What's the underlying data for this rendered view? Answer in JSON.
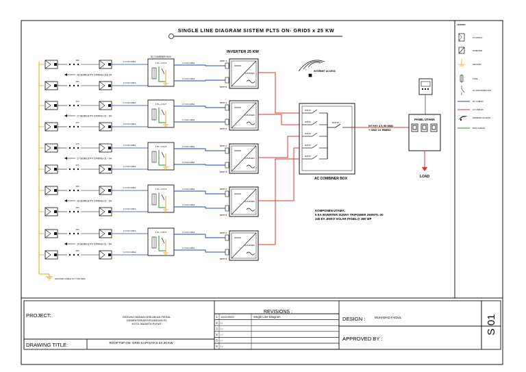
{
  "diagram": {
    "title": "SINGLE LINE DIAGRAM SISTEM PLTS ON- GRID5 x 25 KW",
    "inverter_title": "INVERTER 25 KW",
    "internet_access": "INTERNET ACCESS",
    "dc_combiner_box": "DC COMBINER BOX",
    "ac_combiner_box": "AC COMBINER BOX",
    "panel_utama": "PANEL UTAMA",
    "load": "LOAD",
    "cable_main_1": "NYYHY 4 X 95 MM2",
    "cable_main_2": "+ GND 1X 95MM2",
    "komponen_title": "KOMPONEN UTAMA:",
    "komponen_line1": "5 EA INVERTER SUNNY TRIPOWER 25000TL-30",
    "komponen_line2": "340 EA JINKO SOLAR PANEL@ 380 WP",
    "ground_note": "GROUND CABLE NYY 1X6 MM2",
    "three_phase": "3 PHASES",
    "mppt_a": "MPPT A",
    "mppt_b": "MPPT B",
    "dc_cable_label": "4 X 6 DC CABLE",
    "mccb_label": "MCB 3P",
    "groups": [
      {
        "s1": "18X",
        "s2": "18X",
        "string_label": "18 SERIES PV STRING 01& 04",
        "dcbox_label": "4 IN + 4 OUT"
      },
      {
        "s1": "17X",
        "s2": "17X",
        "string_label": "17 SERIES PV STRING 01 - 04",
        "dcbox_label": "4 IN + 4 OUT"
      },
      {
        "s1": "17X",
        "s2": "17X",
        "string_label": "17 SERIES PV STRING 01 - 04",
        "dcbox_label": "4 IN + 4 OUT"
      },
      {
        "s1": "16X",
        "s2": "16X",
        "string_label": "16 SERIES PV STRING 01 - 04",
        "dcbox_label": "4 IN + 4 OUT"
      },
      {
        "s1": "16X",
        "s2": "16X",
        "string_label": "15 SERIES PV STRING 01 - 04",
        "dcbox_label": "4 IN + 4 OUT"
      }
    ]
  },
  "legend": {
    "title": "LEGEND",
    "items": [
      {
        "label": "PV MODUL",
        "icon": "pv-module-icon"
      },
      {
        "label": "INVERTER",
        "icon": "inverter-icon"
      },
      {
        "label": "GROUND",
        "icon": "ground-icon"
      },
      {
        "label": "FUSE",
        "icon": "fuse-icon"
      },
      {
        "label": "AC DISCONNECTOR",
        "icon": "ac-disconnector-icon"
      },
      {
        "label": "DC CABLES",
        "icon": "dc-cable-icon"
      },
      {
        "label": "AC CABLES",
        "icon": "ac-cable-icon"
      },
      {
        "label": "INTERNET ACCESS",
        "icon": "internet-access-icon"
      },
      {
        "label": "BJ45 CABLES",
        "icon": "bj45-cable-icon"
      }
    ]
  },
  "title_block": {
    "project_label": "PROJECT:",
    "project_line1": "GEDUNG BADAN KEBIJAKAN FIKSAL",
    "project_line2": "KEMENTERIAN KEUANGAN RI",
    "project_line3": "KOTA JAKARTA PUSAT",
    "drawing_title_label": "DRAWING TITLE:",
    "drawing_title": "ROOFTOP ON- GRID KAPASITAS 5X 25 KW",
    "revisions_label": "REVISIONS :",
    "revisions": [
      {
        "no": "1",
        "date": "11/02/2020",
        "desc": "Single Line Diagram"
      },
      {
        "no": "2",
        "date": "/ /",
        "desc": ""
      },
      {
        "no": "3",
        "date": "/ /",
        "desc": ""
      },
      {
        "no": "4",
        "date": "/ /",
        "desc": ""
      },
      {
        "no": "5",
        "date": "/ /",
        "desc": ""
      },
      {
        "no": "6",
        "date": "/ /",
        "desc": ""
      }
    ],
    "design_label": "DESIGN :",
    "designer": "MUHAMAD FAIDUL",
    "approved_label": "APPROVED BY :",
    "sheet_no": "S 01"
  },
  "colors": {
    "dc": "#1f3fbf",
    "ac": "#e0302a",
    "ground": "#e8a317",
    "internet": "#2b8a2b",
    "line": "#111111"
  }
}
